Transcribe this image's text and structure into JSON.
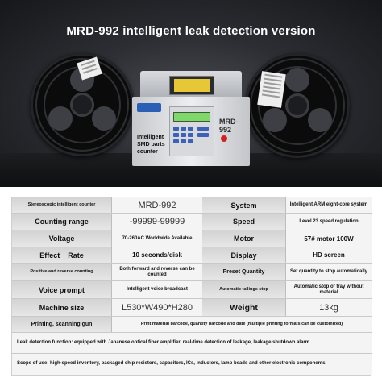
{
  "banner": {
    "title": "MRD-992 intelligent leak detection version",
    "model_tag": "MRD-992",
    "machine_caption": "Intelligent SMD parts counter"
  },
  "colors": {
    "banner_dark": "#1c1d20",
    "lcd_green": "#7fd86b",
    "key_blue": "#3b62b8",
    "button_red": "#d42020",
    "table_key_grey": "#d9d9d9"
  },
  "specs": {
    "rows": [
      {
        "k1": "Stereoscopic intelligent counter",
        "v1": "MRD-992",
        "k2": "System",
        "v2": "Intelligent ARM eight-core system"
      },
      {
        "k1": "Counting range",
        "v1": "-99999-99999",
        "k2": "Speed",
        "v2": "Level 23 speed regulation"
      },
      {
        "k1": "Voltage",
        "v1": "70-260AC Worldwide Available",
        "k2": "Motor",
        "v2": "57# motor 100W"
      },
      {
        "k1": "Effect    Rate",
        "v1": "10 seconds/disk",
        "k2": "Display",
        "v2": "HD screen"
      },
      {
        "k1": "Positive and reverse counting",
        "v1": "Both forward and reverse can be counted",
        "k2": "Preset Quantity",
        "v2": "Set quantity to stop automatically"
      },
      {
        "k1": "Voice prompt",
        "v1": "Intelligent voice broadcast",
        "k2": "Automatic tailings stop",
        "v2": "Automatic stop of tray without material"
      },
      {
        "k1": "Machine size",
        "v1": "L530*W490*H280",
        "k2": "Weight",
        "v2": "13kg"
      }
    ],
    "printing": {
      "label": "Printing, scanning gun",
      "value": "Print material barcode, quantity barcode and date (multiple printing formats can be customized)"
    },
    "leak_detection": "Leak detection function: equipped with Japanese optical fiber amplifier, real-time detection of leakage, leakage shutdown alarm",
    "scope": "Scope of use: high-speed inventory, packaged chip resistors, capacitors, ICs, inductors, lamp beads and other electronic components"
  }
}
